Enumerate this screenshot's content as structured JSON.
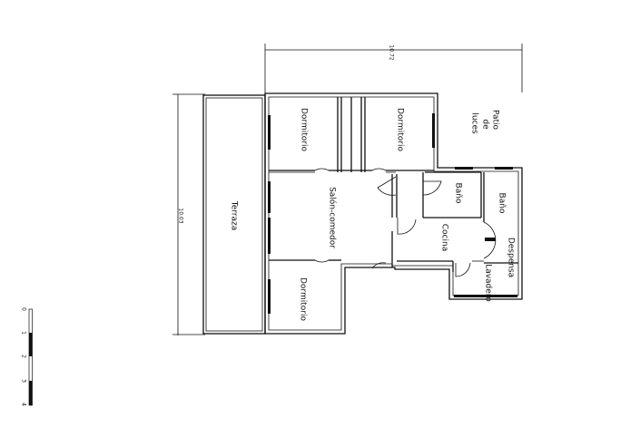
{
  "plan": {
    "dimensions": {
      "width": "10.72",
      "height": "10.03"
    },
    "rooms": {
      "dormitorio_1": "Dormitorio",
      "dormitorio_2": "Dormitorio",
      "dormitorio_3": "Dormitorio",
      "terraza": "Terraza",
      "salon": "Salón-comedor",
      "bano_1": "Baño",
      "bano_2": "Baño",
      "cocina": "Cocina",
      "despensa": "Despensa",
      "lavadero": "Lavadero",
      "patio": [
        "Patio",
        "de",
        "luces"
      ]
    },
    "scale_bar": {
      "labels": [
        "0",
        "1",
        "2",
        "3",
        "4"
      ]
    }
  }
}
